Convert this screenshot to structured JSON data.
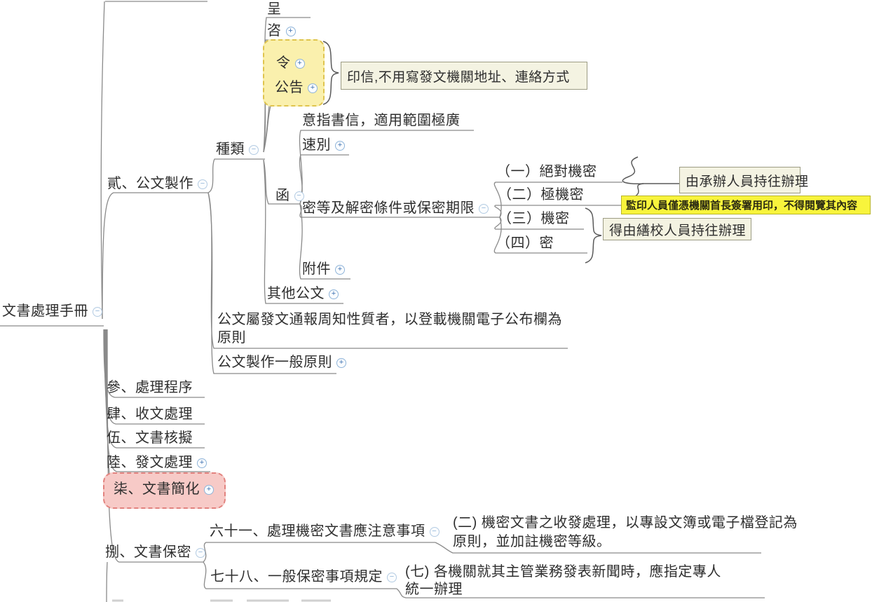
{
  "map": {
    "root": {
      "label": "文書處理手冊"
    },
    "branches": {
      "b2": {
        "label": "貳、公文製作"
      },
      "b3": {
        "label": "參、處理程序"
      },
      "b4": {
        "label": "肆、收文處理"
      },
      "b5": {
        "label": "伍、文書核擬"
      },
      "b6": {
        "label": "陸、發文處理"
      },
      "b7": {
        "label": "柒、文書簡化"
      },
      "b8": {
        "label": "捌、文書保密"
      }
    },
    "creation": {
      "types": {
        "label": "種類"
      },
      "cheng": {
        "label": "呈"
      },
      "zi": {
        "label": "咨"
      },
      "ling": {
        "label": "令"
      },
      "announcement": {
        "label": "公告"
      },
      "letter": {
        "label": "函"
      },
      "letter_meaning": {
        "label": "意指書信，適用範圍極廣"
      },
      "speed": {
        "label": "速別"
      },
      "classification": {
        "label": "密等及解密條件或保密期限"
      },
      "m1": {
        "label": "（一）絕對機密"
      },
      "m2": {
        "label": "（二）極機密"
      },
      "m3": {
        "label": "（三）機密"
      },
      "m4": {
        "label": "（四）密"
      },
      "attachment": {
        "label": "附件"
      },
      "other_docs": {
        "label": "其他公文"
      },
      "ebulletin": {
        "label": "公文屬發文通報周知性質者，以登載機關電子公布欄為原則"
      },
      "general_rules": {
        "label": "公文製作一般原則"
      }
    },
    "security": {
      "s61": {
        "label": "六十一、處理機密文書應注意事項"
      },
      "s61_child": {
        "label": "(二) 機密文書之收發處理，以專設文簿或電子檔登記為原則，並加註機密等級。"
      },
      "s78": {
        "label": "七十八、一般保密事項規定"
      },
      "s78_child": {
        "label": "(七) 各機關就其主管業務發表新聞時，應指定專人統一辦理"
      }
    },
    "notes": {
      "seal": "印信,不用寫發文機關地址、連絡方式",
      "handler": "由承辦人員持往辦理",
      "seal_warning": "監印人員僅憑機關首長簽署用印，不得閱覽其內容",
      "proofreader": "得由繕校人員持往辦理"
    },
    "icons": {
      "plus": "+",
      "minus": "−"
    },
    "colors": {
      "line": "#8a8a8a",
      "text": "#2e2e2e",
      "highlight_yellow": "#faf0ad",
      "highlight_yellow_border": "#dfc44e",
      "highlight_pink": "#f7cac7",
      "highlight_pink_border": "#e2827e",
      "note_bg": "#f4f3e2",
      "note_border": "#9c9c84",
      "warning_bg": "#f8f43c",
      "expand_blue": "#3c6fb0"
    }
  }
}
